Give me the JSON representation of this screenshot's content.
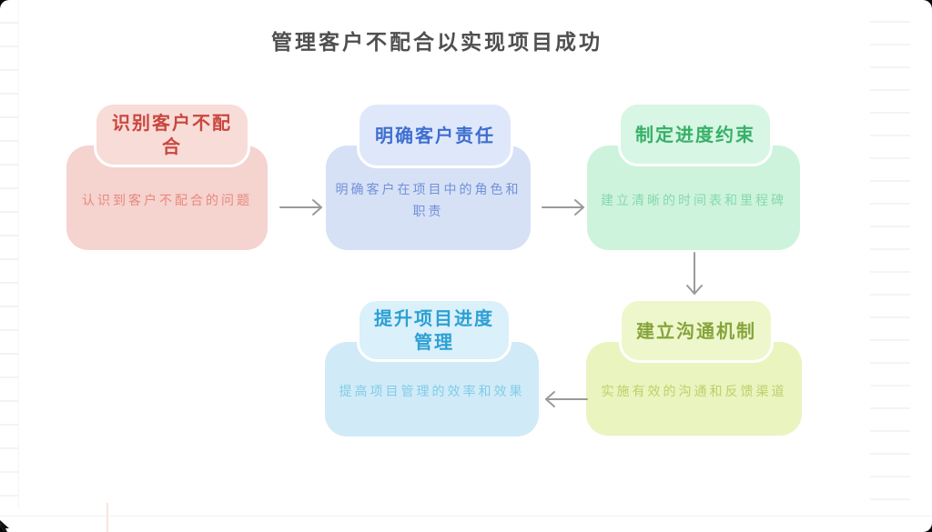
{
  "page": {
    "title": "管理客户不配合以实现项目成功",
    "title_color": "#4f4f4f",
    "canvas_bg": "#ffffff"
  },
  "nodes": [
    {
      "id": "identify-noncooperation",
      "header": "识别客户不配合",
      "body": "认识到客户不配合的问题",
      "header_color": "#c9473e",
      "body_color": "#e8897e",
      "header_bg": "#f8dcd7",
      "body_bg": "#f5d3cf"
    },
    {
      "id": "clarify-responsibility",
      "header": "明确客户责任",
      "body": "明确客户在项目中的角色和职责",
      "header_color": "#3f6ed0",
      "body_color": "#7291d9",
      "header_bg": "#dfe8fa",
      "body_bg": "#d7e1f6"
    },
    {
      "id": "schedule-constraints",
      "header": "制定进度约束",
      "body": "建立清晰的时间表和里程碑",
      "header_color": "#37b068",
      "body_color": "#86d9ab",
      "header_bg": "#d7f6e3",
      "body_bg": "#cdf3dd"
    },
    {
      "id": "communication-mechanism",
      "header": "建立沟通机制",
      "body": "实施有效的沟通和反馈渠道",
      "header_color": "#86a43b",
      "body_color": "#bdd06a",
      "header_bg": "#eef7cc",
      "body_bg": "#e9f4bf"
    },
    {
      "id": "improve-schedule-management",
      "header": "提升项目进度管理",
      "body": "提高项目管理的效率和效果",
      "header_color": "#2da0d4",
      "body_color": "#83cbe8",
      "header_bg": "#daf0fa",
      "body_bg": "#d0ebf7"
    }
  ],
  "arrows": {
    "color": "#9a9a9a"
  }
}
